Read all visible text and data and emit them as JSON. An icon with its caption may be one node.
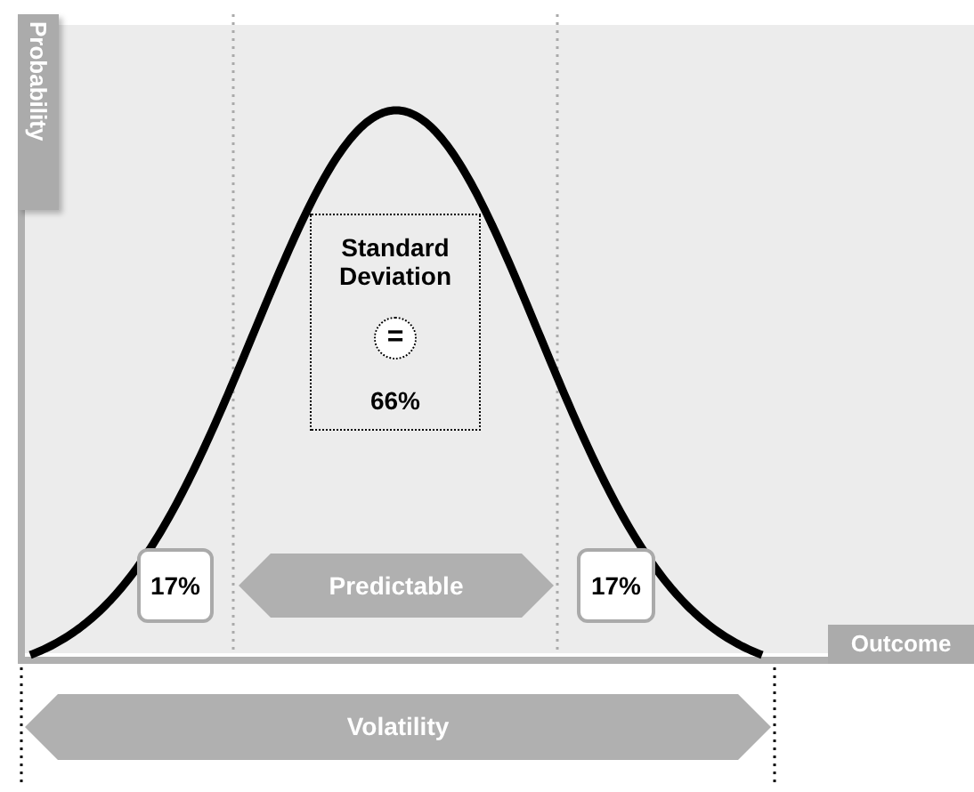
{
  "diagram": {
    "nodes": [
      {
        "text": [
          "Standard Deviation",
          "66%"
        ]
      },
      {
        "text": [
          "="
        ],
        "in": 0
      },
      {
        "text": [
          "17%"
        ]
      },
      {
        "text": [
          "Predictable"
        ]
      },
      {
        "text": [
          "17%"
        ]
      },
      {
        "text": [
          "Volatility"
        ]
      }
    ],
    "labels": [
      "Probability",
      "Outcome"
    ]
  }
}
